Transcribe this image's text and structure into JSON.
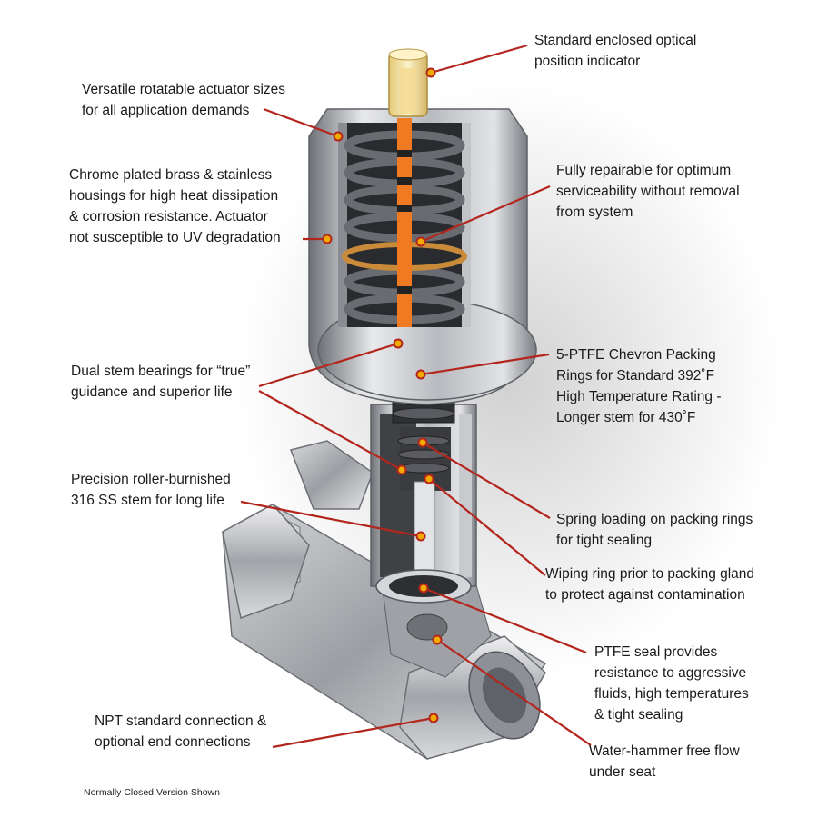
{
  "callouts": {
    "optical_indicator": "Standard enclosed optical\nposition indicator",
    "actuator_sizes": "Versatile rotatable actuator sizes\nfor all application demands",
    "housings": "Chrome plated brass & stainless\nhousings for high heat dissipation\n& corrosion resistance.  Actuator\nnot susceptible to UV degradation",
    "repairable": "Fully repairable for optimum\nserviceability without removal\nfrom system",
    "chevron_packing": "5-PTFE Chevron Packing\nRings for Standard 392˚F\nHigh Temperature Rating -\nLonger stem for 430˚F",
    "stem_bearings": "Dual stem bearings for “true”\nguidance and superior life",
    "roller_stem": "Precision roller-burnished\n316 SS stem for long life",
    "spring_loading": "Spring loading on packing rings\nfor tight sealing",
    "wiping_ring": "Wiping ring prior to packing gland\nto protect against contamination",
    "ptfe_seal": "PTFE seal provides\nresistance to aggressive\nfluids, high temperatures\n& tight sealing",
    "npt_connection": "NPT standard connection &\noptional end connections",
    "water_hammer": "Water-hammer free flow\nunder seat"
  },
  "caption": "Normally Closed Version Shown",
  "colors": {
    "leader": "#b3261e",
    "dot_fill": "#f2a900",
    "steel_light": "#e4e4e6",
    "steel_mid": "#a9abb0",
    "steel_dark": "#55585e",
    "spring": "#4a4b4f",
    "indicator": "#f7e3a3",
    "orange_core": "#f07a22"
  }
}
